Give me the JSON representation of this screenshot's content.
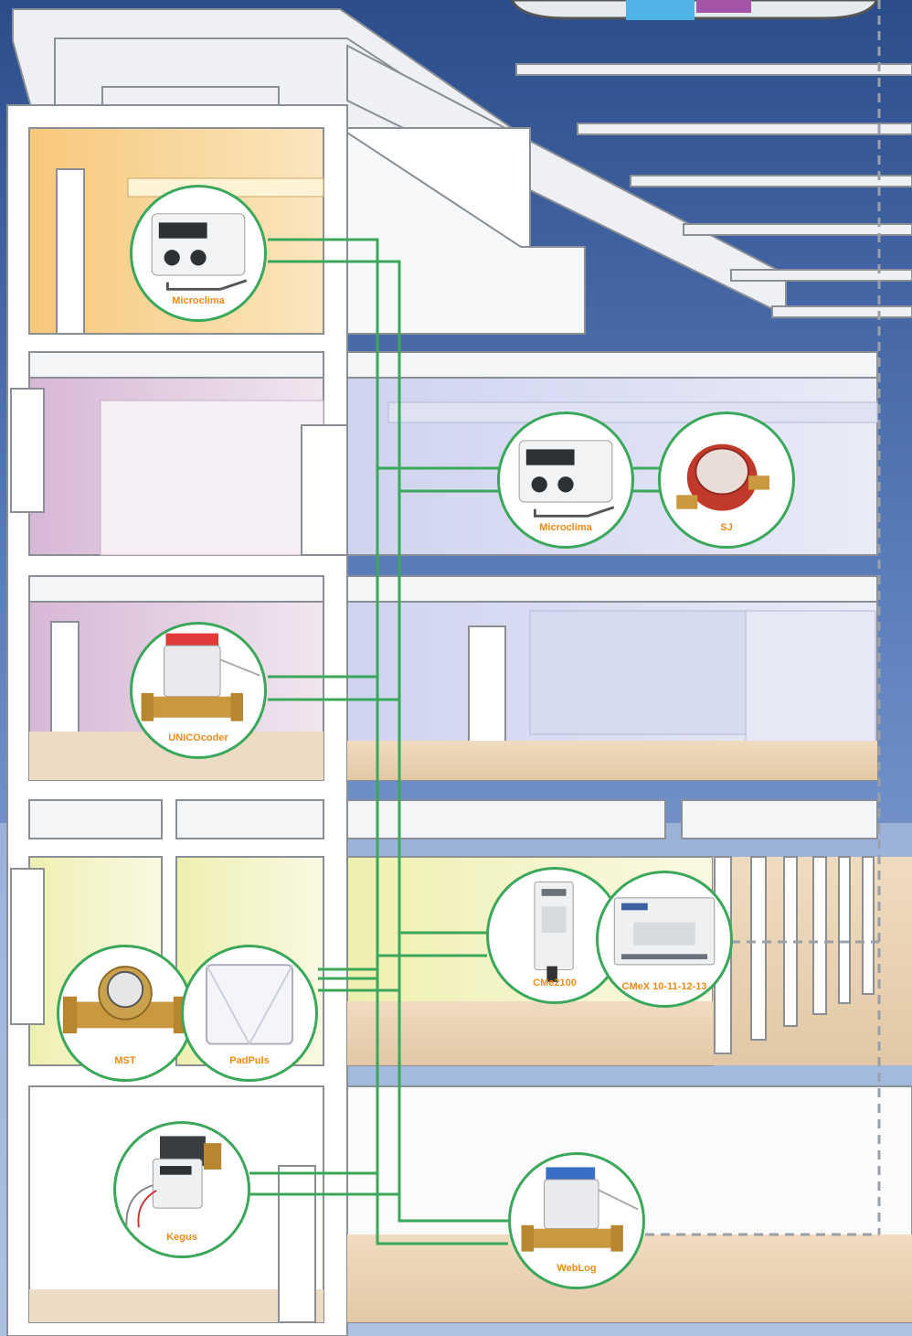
{
  "devices": {
    "microclima_top": {
      "label": "Microclima",
      "icon": "heat-meter-icon"
    },
    "microclima_mid": {
      "label": "Microclima",
      "icon": "heat-meter-icon"
    },
    "sj": {
      "label": "SJ",
      "icon": "water-meter-icon"
    },
    "unicocoder": {
      "label": "UNICOcoder",
      "icon": "water-meter-encoder-icon"
    },
    "mst": {
      "label": "MST",
      "icon": "water-meter-icon"
    },
    "padpuls": {
      "label": "PadPuls",
      "icon": "pulse-collector-icon"
    },
    "cme2100": {
      "label": "CMe2100",
      "icon": "din-rail-module-icon"
    },
    "cmex": {
      "label": "CMeX 10-11-12-13",
      "icon": "din-rail-module-icon"
    },
    "kegus": {
      "label": "Kegus",
      "icon": "heat-meter-icon"
    },
    "weblog": {
      "label": "WebLog",
      "icon": "water-meter-icon"
    }
  },
  "colors": {
    "sky": "#3e5f9e",
    "bus_line": "#3aa75a",
    "radio_line": "#9aa0a8",
    "device_label": "#f08a1a",
    "wall": "#f3f4f6",
    "floor": "#e8d4b8"
  }
}
